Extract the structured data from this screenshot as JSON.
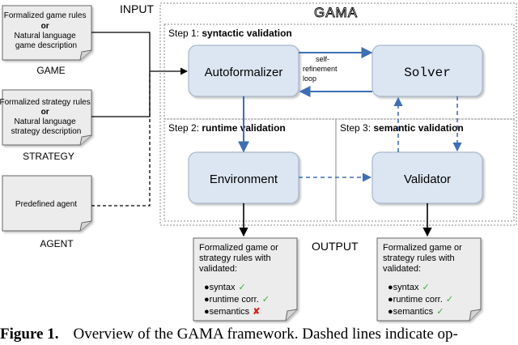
{
  "framework_title": "GAMA",
  "labels": {
    "input": "INPUT",
    "output": "OUTPUT"
  },
  "inputs": {
    "game": {
      "line1": "Formalized game rules",
      "or": "or",
      "line2": "Natural language",
      "line3": "game description",
      "name": "GAME"
    },
    "strategy": {
      "line1": "Formalized strategy rules",
      "or": "or",
      "line2": "Natural language",
      "line3": "strategy description",
      "name": "STRATEGY"
    },
    "agent": {
      "line1": "Predefined agent",
      "name": "AGENT"
    }
  },
  "steps": {
    "step1": {
      "prefix": "Step 1: ",
      "bold": "syntactic validation"
    },
    "step2": {
      "prefix": "Step 2: ",
      "bold": "runtime validation"
    },
    "step3": {
      "prefix": "Step 3: ",
      "bold": "semantic validation"
    }
  },
  "nodes": {
    "autoformalizer": "Autoformalizer",
    "solver": "Solver",
    "environment": "Environment",
    "validator": "Validator"
  },
  "loop_label": {
    "line1": "self-",
    "line2": "refinement",
    "line3": "loop"
  },
  "outputs": {
    "left": {
      "line1": "Formalized game or",
      "line2": "strategy rules with",
      "line3": "validated:",
      "items": [
        {
          "label": "syntax",
          "mark": "✓"
        },
        {
          "label": "runtime corr.",
          "mark": "✓"
        },
        {
          "label": "semantics",
          "mark": "✘"
        }
      ]
    },
    "right": {
      "line1": "Formalized game or",
      "line2": "strategy rules with",
      "line3": "validated:",
      "items": [
        {
          "label": "syntax",
          "mark": "✓"
        },
        {
          "label": "runtime corr.",
          "mark": "✓"
        },
        {
          "label": "semantics",
          "mark": "✓"
        }
      ]
    }
  },
  "caption": {
    "label": "Figure 1.",
    "text": "Overview of the GAMA framework. Dashed lines indicate op-"
  },
  "colors": {
    "node_fill": "#dce6f2",
    "node_stroke": "#a8b8cc",
    "arrow": "#3e6fb5",
    "check": "#3aa83a",
    "cross": "#d62020",
    "doc_fill": "#ececec"
  }
}
